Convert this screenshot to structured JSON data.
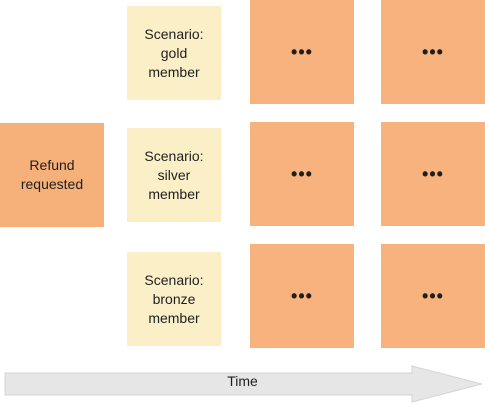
{
  "event": {
    "label": "Refund\nrequested"
  },
  "scenarios": [
    {
      "label": "Scenario:\ngold\nmember"
    },
    {
      "label": "Scenario:\nsilver\nmember"
    },
    {
      "label": "Scenario:\nbronze\nmember"
    }
  ],
  "placeholder": "•••",
  "timeline": {
    "label": "Time"
  },
  "colors": {
    "event": "#f6b07a",
    "scenario": "#fbefc7",
    "cell": "#f7b27d",
    "arrow": "#e6e6e6"
  }
}
